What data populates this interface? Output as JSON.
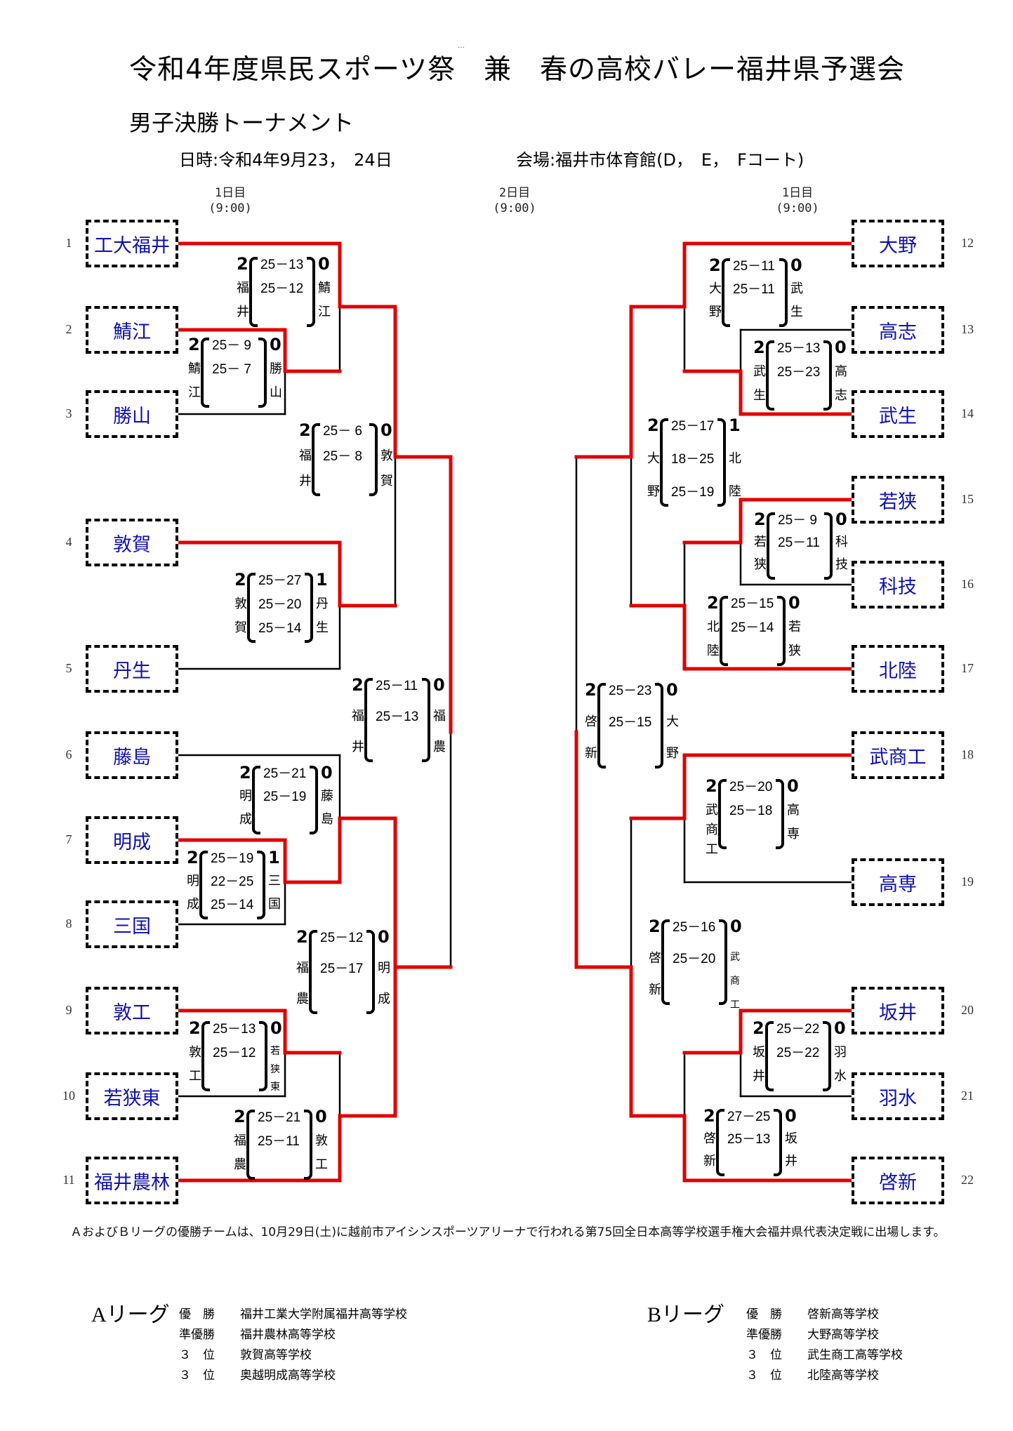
{
  "header": {
    "title": "令和4年度県民スポーツ祭　兼　春の高校バレー福井県予選会",
    "title_mark": "…",
    "subtitle": "男子決勝トーナメント",
    "date_line": "日時:令和4年9月23，　24日",
    "venue_line": "会場:福井市体育館(D，　E，　Fコート)"
  },
  "day_labels": [
    {
      "day": "1日目",
      "time": "(9:00)"
    },
    {
      "day": "2日目",
      "time": "(9:00)"
    },
    {
      "day": "1日目",
      "time": "(9:00)"
    }
  ],
  "teams_left": [
    {
      "seed": "1",
      "name": "工大福井"
    },
    {
      "seed": "2",
      "name": "鯖江"
    },
    {
      "seed": "3",
      "name": "勝山"
    },
    {
      "seed": "4",
      "name": "敦賀"
    },
    {
      "seed": "5",
      "name": "丹生"
    },
    {
      "seed": "6",
      "name": "藤島"
    },
    {
      "seed": "7",
      "name": "明成"
    },
    {
      "seed": "8",
      "name": "三国"
    },
    {
      "seed": "9",
      "name": "敦工"
    },
    {
      "seed": "10",
      "name": "若狭東"
    },
    {
      "seed": "11",
      "name": "福井農林"
    }
  ],
  "teams_right": [
    {
      "seed": "12",
      "name": "大野"
    },
    {
      "seed": "13",
      "name": "高志"
    },
    {
      "seed": "14",
      "name": "武生"
    },
    {
      "seed": "15",
      "name": "若狭"
    },
    {
      "seed": "16",
      "name": "科技"
    },
    {
      "seed": "17",
      "name": "北陸"
    },
    {
      "seed": "18",
      "name": "武商工"
    },
    {
      "seed": "19",
      "name": "高専"
    },
    {
      "seed": "20",
      "name": "坂井"
    },
    {
      "seed": "21",
      "name": "羽水"
    },
    {
      "seed": "22",
      "name": "啓新"
    }
  ],
  "matches": [
    {
      "winner_sets": "2",
      "winner": "福井",
      "sets": [
        "25－13",
        "25－12"
      ],
      "loser_sets": "0",
      "loser": "鯖江"
    },
    {
      "winner_sets": "2",
      "winner": "鯖江",
      "sets": [
        "25－ 9",
        "25－ 7"
      ],
      "loser_sets": "0",
      "loser": "勝山"
    },
    {
      "winner_sets": "2",
      "winner": "福井",
      "sets": [
        "25－ 6",
        "25－ 8"
      ],
      "loser_sets": "0",
      "loser": "敦賀"
    },
    {
      "winner_sets": "2",
      "winner": "敦賀",
      "sets": [
        "25－27",
        "25－20",
        "25－14"
      ],
      "loser_sets": "1",
      "loser": "丹生"
    },
    {
      "winner_sets": "2",
      "winner": "福井",
      "sets": [
        "25－11",
        "25－13"
      ],
      "loser_sets": "0",
      "loser": "福農"
    },
    {
      "winner_sets": "2",
      "winner": "明成",
      "sets": [
        "25－21",
        "25－19"
      ],
      "loser_sets": "0",
      "loser": "藤島"
    },
    {
      "winner_sets": "2",
      "winner": "明成",
      "sets": [
        "25－19",
        "22－25",
        "25－14"
      ],
      "loser_sets": "1",
      "loser": "三国"
    },
    {
      "winner_sets": "2",
      "winner": "福農",
      "sets": [
        "25－12",
        "25－17"
      ],
      "loser_sets": "0",
      "loser": "明成"
    },
    {
      "winner_sets": "2",
      "winner": "敦工",
      "sets": [
        "25－13",
        "25－12"
      ],
      "loser_sets": "0",
      "loser": "若狭東"
    },
    {
      "winner_sets": "2",
      "winner": "福農",
      "sets": [
        "25－21",
        "25－11"
      ],
      "loser_sets": "0",
      "loser": "敦工"
    },
    {
      "winner_sets": "2",
      "winner": "大野",
      "sets": [
        "25－11",
        "25－11"
      ],
      "loser_sets": "0",
      "loser": "武生"
    },
    {
      "winner_sets": "2",
      "winner": "武生",
      "sets": [
        "25－13",
        "25－23"
      ],
      "loser_sets": "0",
      "loser": "高志"
    },
    {
      "winner_sets": "2",
      "winner": "大野",
      "sets": [
        "25－17",
        "18－25",
        "25－19"
      ],
      "loser_sets": "1",
      "loser": "北陸"
    },
    {
      "winner_sets": "2",
      "winner": "若狭",
      "sets": [
        "25－ 9",
        "25－11"
      ],
      "loser_sets": "0",
      "loser": "科技"
    },
    {
      "winner_sets": "2",
      "winner": "北陸",
      "sets": [
        "25－15",
        "25－14"
      ],
      "loser_sets": "0",
      "loser": "若狭"
    },
    {
      "winner_sets": "2",
      "winner": "啓新",
      "sets": [
        "25－23",
        "25－15"
      ],
      "loser_sets": "0",
      "loser": "大野"
    },
    {
      "winner_sets": "2",
      "winner": "武商工",
      "sets": [
        "25－20",
        "25－18"
      ],
      "loser_sets": "0",
      "loser": "高専"
    },
    {
      "winner_sets": "2",
      "winner": "啓新",
      "sets": [
        "25－16",
        "25－20"
      ],
      "loser_sets": "0",
      "loser": "武商工"
    },
    {
      "winner_sets": "2",
      "winner": "坂井",
      "sets": [
        "25－22",
        "25－22"
      ],
      "loser_sets": "0",
      "loser": "羽水"
    },
    {
      "winner_sets": "2",
      "winner": "啓新",
      "sets": [
        "27－25",
        "25－13"
      ],
      "loser_sets": "0",
      "loser": "坂井"
    }
  ],
  "colors": {
    "winner_path": "#e00000",
    "bracket_line": "#000000",
    "team_name": "#1010b0"
  },
  "note": "ＡおよびＢリーグの優勝チームは、10月29日(土)に越前市アイシンスポーツアリーナで行われる第75回全日本高等学校選手権大会福井県代表決定戦に出場します。",
  "results": {
    "a_league": {
      "label": "Aリーグ",
      "rows": [
        {
          "rank": "優　勝",
          "school": "福井工業大学附属福井高等学校"
        },
        {
          "rank": "準優勝",
          "school": "福井農林高等学校"
        },
        {
          "rank": "３　位",
          "school": "敦賀高等学校"
        },
        {
          "rank": "３　位",
          "school": "奥越明成高等学校"
        }
      ]
    },
    "b_league": {
      "label": "Bリーグ",
      "rows": [
        {
          "rank": "優　勝",
          "school": "啓新高等学校"
        },
        {
          "rank": "準優勝",
          "school": "大野高等学校"
        },
        {
          "rank": "３　位",
          "school": "武生商工高等学校"
        },
        {
          "rank": "３　位",
          "school": "北陸高等学校"
        }
      ]
    }
  }
}
